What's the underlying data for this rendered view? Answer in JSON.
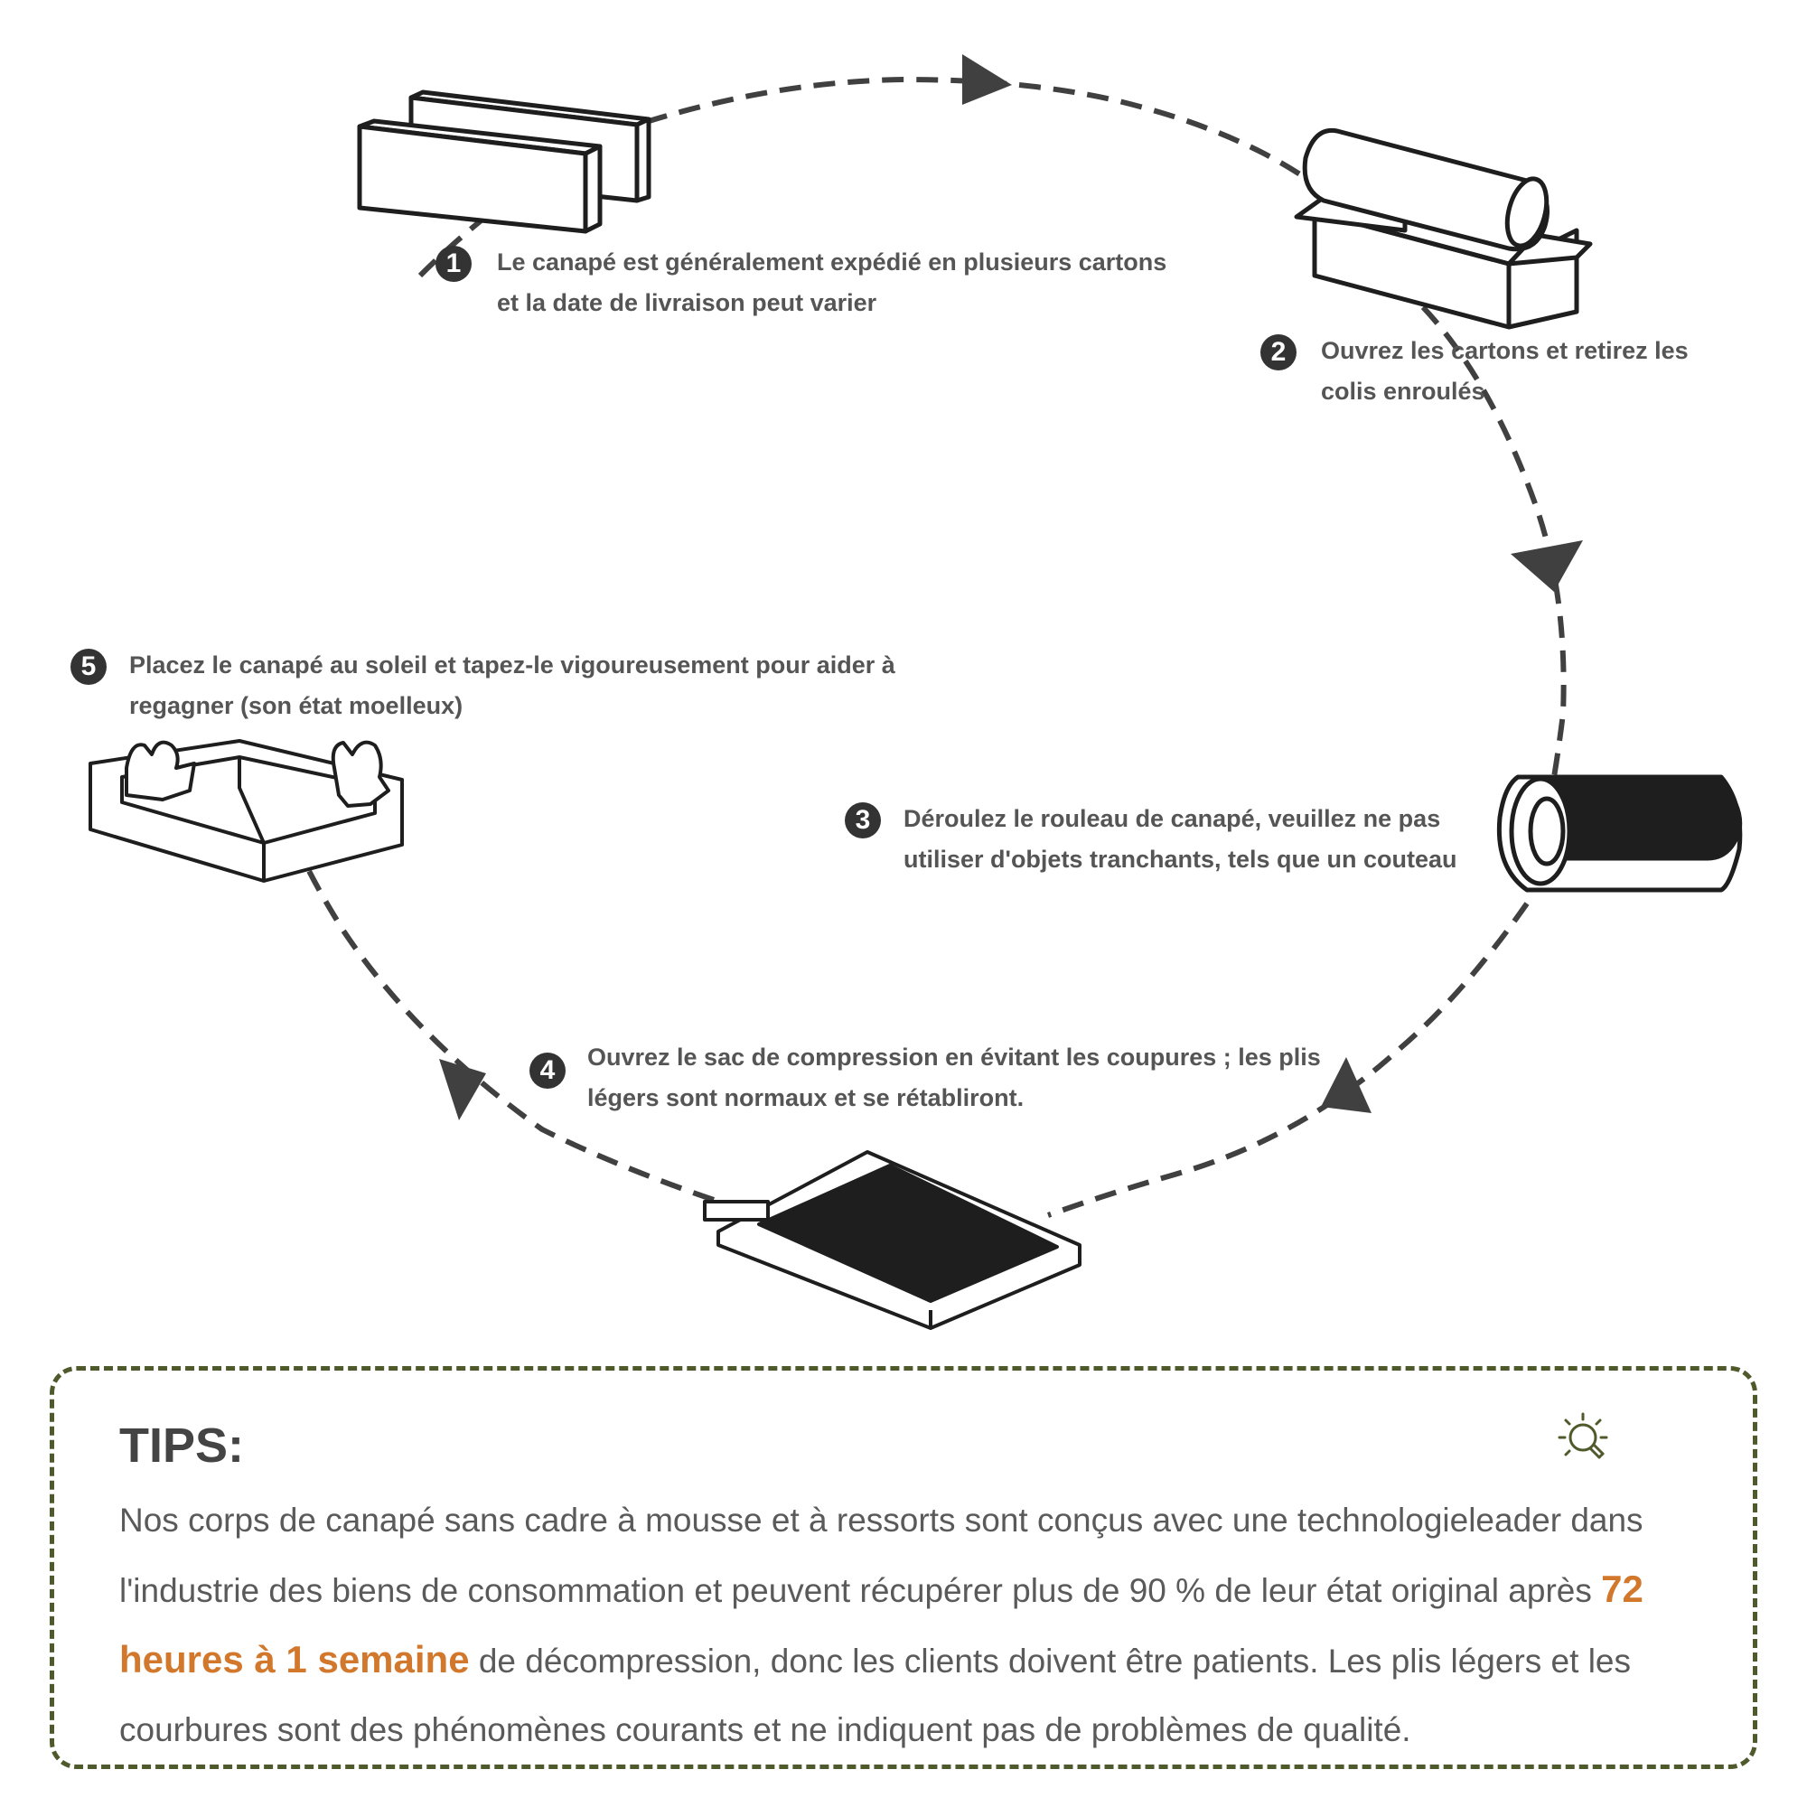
{
  "steps": [
    {
      "number": "1",
      "text": "Le canapé est généralement expédié en plusieurs cartons et la date de livraison peut varier"
    },
    {
      "number": "2",
      "text": "Ouvrez les cartons et retirez les colis enroulés"
    },
    {
      "number": "3",
      "text": "Déroulez le rouleau de canapé, veuillez ne pas utiliser d'objets tranchants, tels que un couteau"
    },
    {
      "number": "4",
      "text": "Ouvrez le sac de compression en évitant les coupures ; les plis légers sont normaux et se rétabliront."
    },
    {
      "number": "5",
      "text": "Placez le canapé au soleil et tapez-le vigoureusement pour aider à regagner (son état moelleux)"
    }
  ],
  "tips": {
    "title": "TIPS:",
    "text_before": "Nos corps de canapé sans cadre à mousse et à ressorts sont conçus avec une technologieleader dans l'industrie des biens de consommation et peuvent récupérer plus de 90 % de leur état original après ",
    "highlight": "72 heures à 1 semaine",
    "text_after": " de décompression, donc les clients doivent être patients. Les plis légers et les courbures sont des phénomènes courants et ne indiquent pas de problèmes de qualité.",
    "highlight_color": "#d2782d",
    "border_color": "#4f5a2c"
  },
  "icons": {
    "step1": "stacked-boxes-icon",
    "step2": "open-box-with-roll-icon",
    "step3": "sofa-roll-icon",
    "step4": "compression-bag-icon",
    "step5": "hands-patting-sofa-icon",
    "tips": "lightbulb-icon"
  }
}
